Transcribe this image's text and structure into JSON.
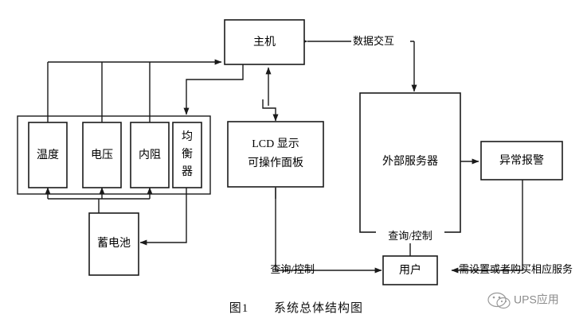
{
  "figure": {
    "caption_number": "图1",
    "caption_title": "系统总体结构图",
    "background_color": "#ffffff",
    "line_color": "#1a1a1a"
  },
  "nodes": {
    "host": {
      "label": "主机"
    },
    "lcd": {
      "label_line1": "LCD 显示",
      "label_line2": "可操作面板"
    },
    "external_server": {
      "label": "外部服务器"
    },
    "alarm": {
      "label": "异常报警"
    },
    "user": {
      "label": "用户"
    },
    "battery": {
      "label": "蓄电池"
    },
    "temperature": {
      "label": "温度"
    },
    "voltage": {
      "label": "电压"
    },
    "internal_resistance": {
      "label": "内阻"
    },
    "equalizer": {
      "char1": "均",
      "char2": "衡",
      "char3": "器"
    }
  },
  "edge_labels": {
    "data_exchange": "数据交互",
    "query_control_server_user": "查询/控制",
    "query_control_lcd_user": "查询/控制",
    "purchase_service": "需设置或者购买相应服务"
  },
  "watermark": {
    "label": "UPS应用",
    "logo_name": "wechat-logo",
    "color": "#8c8c8c"
  }
}
